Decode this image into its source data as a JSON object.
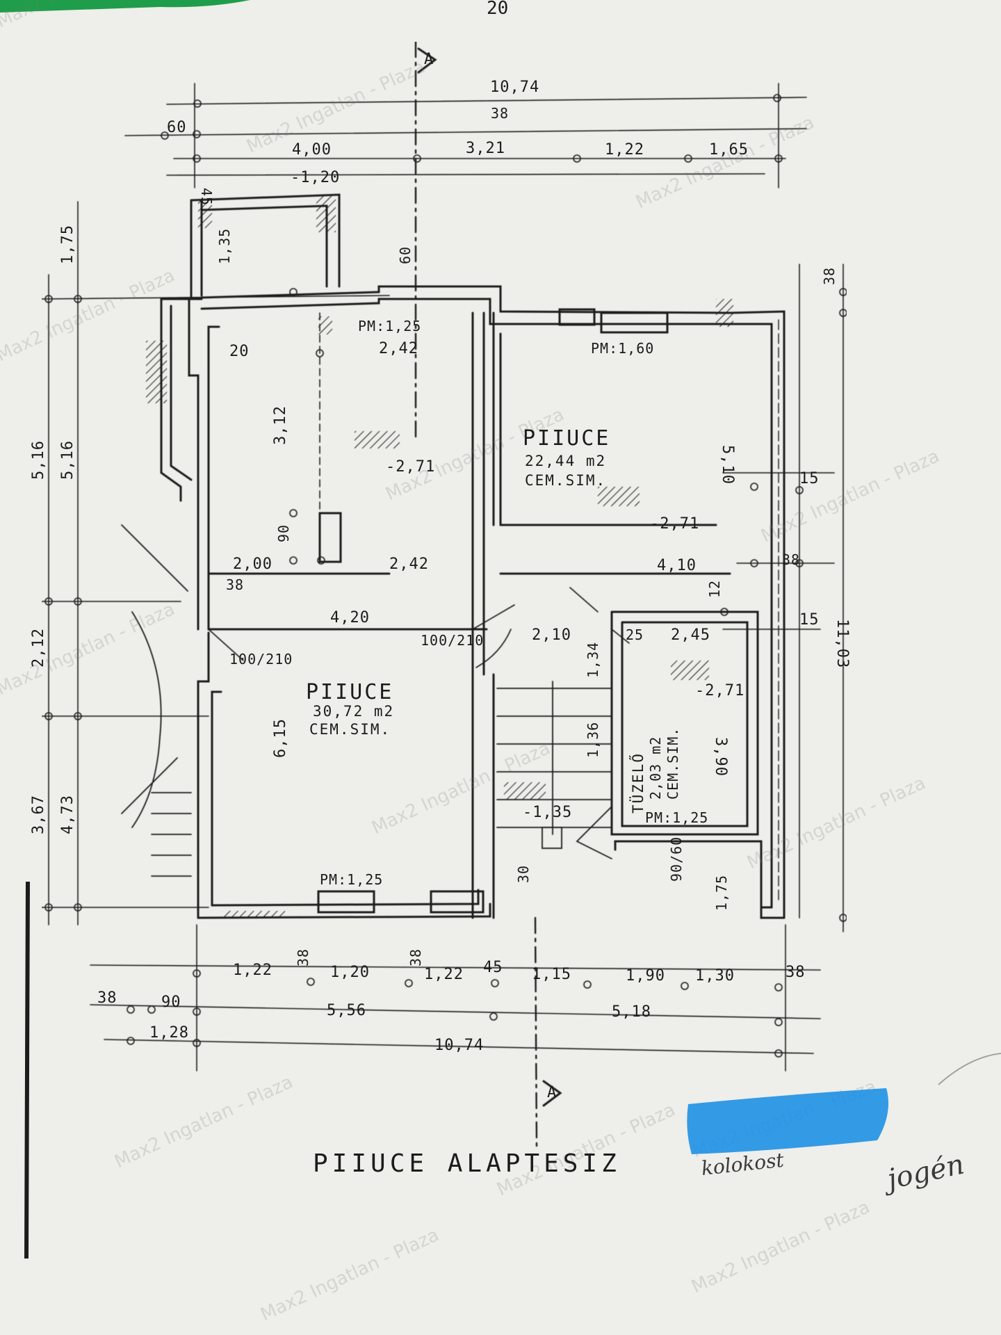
{
  "page_number": "20",
  "title": "PIIUCE ALAPTESIZ",
  "watermark": "Max2 Ingatlan - Plaza",
  "colors": {
    "paper": "#e9e8e3",
    "ink": "#1c1c1c",
    "redaction": "#1e90e6",
    "tab": "#1f9d4a"
  },
  "section_marker": "A",
  "rooms": {
    "upper_right": {
      "name": "PIIUCE",
      "area": "22,44 m2",
      "floor": "CEM.SIM.",
      "level": "-2,71"
    },
    "lower_left": {
      "name": "PIIUCE",
      "area": "30,72 m2",
      "floor": "CEM.SIM."
    },
    "boiler": {
      "name": "TÜZELŐ",
      "area": "2,03 m2",
      "floor": "CEM.SIM."
    }
  },
  "levels": {
    "upper_left": "-2,71",
    "upper_right": "-2,71",
    "boiler": "-2,71",
    "top": "-1,20",
    "stair": "-1,35"
  },
  "parapets": {
    "pm_top_left": "PM:1,25",
    "pm_top_right": "PM:1,60",
    "pm_bottom": "PM:1,25",
    "pm_boiler": "PM:1,25"
  },
  "dims_top": {
    "overall": "10,74",
    "d60": "60",
    "d400": "4,00",
    "d321": "3,21",
    "d122": "1,22",
    "d165": "1,65",
    "d38": "38",
    "d45": "45"
  },
  "dims_bottom": {
    "row1": [
      "1,22",
      "1,20",
      "1,22",
      "45",
      "1,15",
      "1,90",
      "1,30",
      "38"
    ],
    "row2": [
      "38",
      "90",
      "5,56",
      "5,18"
    ],
    "row3": [
      "1,28",
      "10,74"
    ],
    "d38a": "38",
    "d38b": "38"
  },
  "dims_left": {
    "d175": "1,75",
    "d135": "1,35",
    "d516a": "5,16",
    "d516b": "5,16",
    "d212": "2,12",
    "d367": "3,67",
    "d473": "4,73"
  },
  "dims_right": {
    "d38": "38",
    "d1103": "11,03",
    "d15a": "15",
    "d15b": "15",
    "d38b": "38"
  },
  "interior": {
    "w242a": "2,42",
    "w242b": "2,42",
    "w200": "2,00",
    "w20": "20",
    "w312": "3,12",
    "w510": "5,10",
    "w410": "4,10",
    "w420": "4,20",
    "w245": "2,45",
    "w210": "2,10",
    "w615": "6,15",
    "door_100_210": "100/210",
    "w390": "3,90",
    "w134": "1,34",
    "w136": "1,36",
    "w90": "90",
    "w38": "38",
    "w30": "30",
    "w60": "60",
    "w90_60": "90/60",
    "w100_210_b": "100/210",
    "w175": "1,75",
    "w25": "25",
    "w12": "12"
  },
  "handwriting": [
    "kolokost",
    "jogén"
  ]
}
